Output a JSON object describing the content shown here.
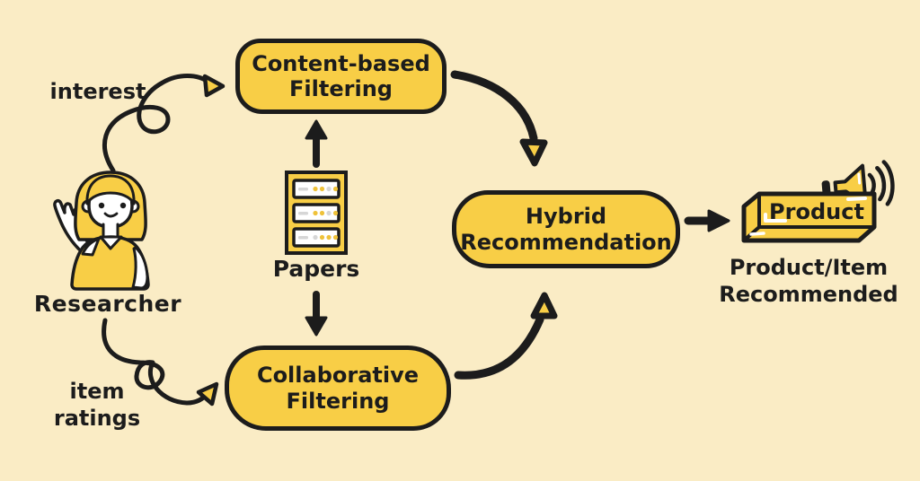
{
  "title": "Hybrid recommendation system diagram",
  "colors": {
    "background": "#FAECC5",
    "node_fill": "#F8CE46",
    "outline": "#1C1C1C",
    "highlight_white": "#FFFFFF",
    "server_dot_yellow": "#EFC23A",
    "server_dot_gray": "#D6D6D6"
  },
  "nodes": {
    "content": {
      "lines": [
        "Content-based",
        "Filtering"
      ]
    },
    "collaborative": {
      "lines": [
        "Collaborative",
        "Filtering"
      ]
    },
    "hybrid": {
      "lines": [
        "Hybrid",
        "Recommendation"
      ]
    }
  },
  "labels": {
    "interest": "interest",
    "item_ratings": {
      "lines": [
        "item",
        "ratings"
      ]
    },
    "researcher": "Researcher",
    "papers": "Papers",
    "product": "Product",
    "output": {
      "lines": [
        "Product/Item",
        "Recommended"
      ]
    }
  },
  "icons": {
    "researcher": "researcher-illustration",
    "papers": "server-stack-icon",
    "megaphone": "megaphone-icon",
    "product_box": "product-3d-box-icon"
  },
  "arrows": [
    {
      "from": "Researcher",
      "to": "Content-based Filtering",
      "label": "interest"
    },
    {
      "from": "Researcher",
      "to": "Collaborative Filtering",
      "label": "item ratings"
    },
    {
      "from": "Papers",
      "to": "Content-based Filtering"
    },
    {
      "from": "Papers",
      "to": "Collaborative Filtering"
    },
    {
      "from": "Content-based Filtering",
      "to": "Hybrid Recommendation"
    },
    {
      "from": "Collaborative Filtering",
      "to": "Hybrid Recommendation"
    },
    {
      "from": "Hybrid Recommendation",
      "to": "Product/Item Recommended"
    }
  ]
}
